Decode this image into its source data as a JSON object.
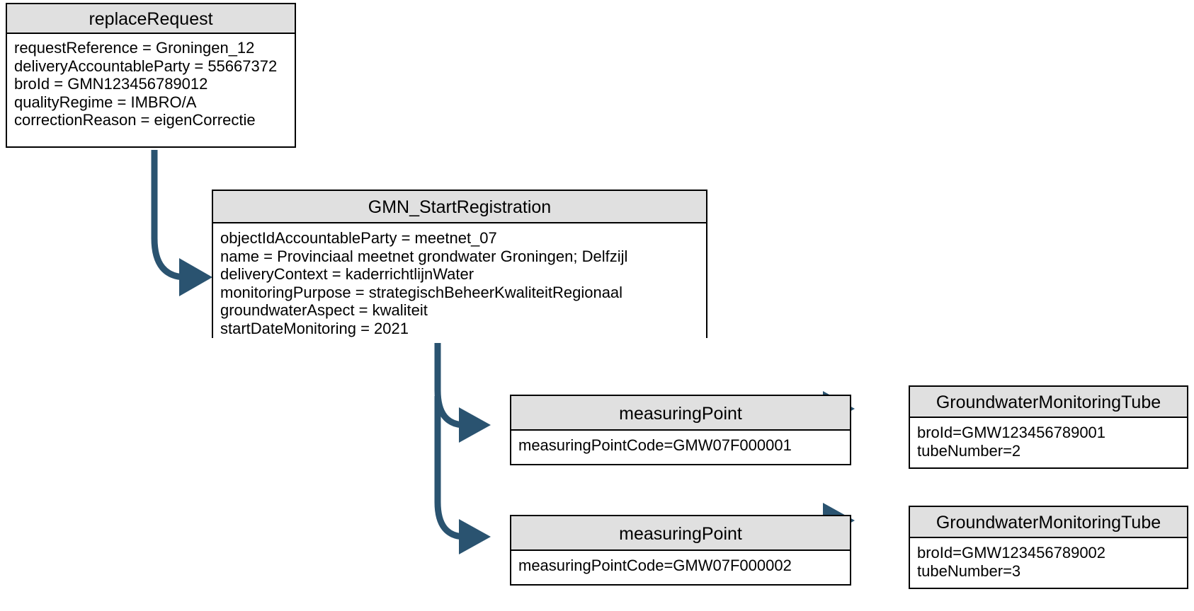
{
  "diagram": {
    "type": "uml-object-diagram",
    "background_color": "#ffffff",
    "node_header_color": "#e0e0e0",
    "node_border_color": "#000000",
    "edge_color": "#2a5370"
  },
  "nodes": [
    {
      "id": "replaceRequest",
      "title": "replaceRequest",
      "attributes": [
        "requestReference = Groningen_12",
        "deliveryAccountableParty = 55667372",
        "broId = GMN123456789012",
        "qualityRegime = IMBRO/A",
        "correctionReason = eigenCorrectie"
      ]
    },
    {
      "id": "gmnStartRegistration",
      "title": "GMN_StartRegistration",
      "attributes": [
        "objectIdAccountableParty = meetnet_07",
        "name = Provinciaal meetnet grondwater Groningen; Delfzijl",
        "deliveryContext = kaderrichtlijnWater",
        "monitoringPurpose = strategischBeheerKwaliteitRegionaal",
        "groundwaterAspect = kwaliteit",
        "startDateMonitoring = 2021"
      ]
    },
    {
      "id": "measuringPoint1",
      "title": "measuringPoint",
      "attributes": [
        "measuringPointCode=GMW07F000001"
      ]
    },
    {
      "id": "measuringPoint2",
      "title": "measuringPoint",
      "attributes": [
        "measuringPointCode=GMW07F000002"
      ]
    },
    {
      "id": "tube1",
      "title": "GroundwaterMonitoringTube",
      "attributes": [
        "broId=GMW123456789001",
        "tubeNumber=2"
      ]
    },
    {
      "id": "tube2",
      "title": "GroundwaterMonitoringTube",
      "attributes": [
        "broId=GMW123456789002",
        "tubeNumber=3"
      ]
    }
  ],
  "edges": [
    {
      "id": "edge-replaceRequest-to-gmnStartRegistration",
      "from": "replaceRequest",
      "to": "gmnStartRegistration",
      "style": "elbow"
    },
    {
      "id": "edge-gmnStartRegistration-to-measuringPoint1",
      "from": "gmnStartRegistration",
      "to": "measuringPoint1",
      "style": "elbow"
    },
    {
      "id": "edge-gmnStartRegistration-to-measuringPoint2",
      "from": "gmnStartRegistration",
      "to": "measuringPoint2",
      "style": "elbow"
    },
    {
      "id": "edge-measuringPoint1-to-tube1",
      "from": "measuringPoint1",
      "to": "tube1",
      "style": "straight"
    },
    {
      "id": "edge-measuringPoint2-to-tube2",
      "from": "measuringPoint2",
      "to": "tube2",
      "style": "straight"
    }
  ]
}
